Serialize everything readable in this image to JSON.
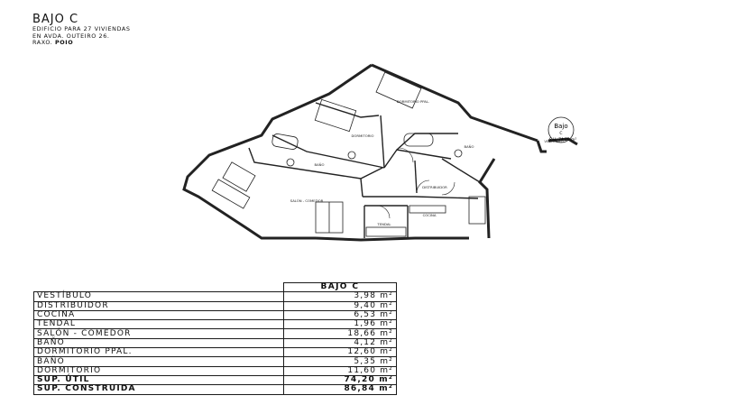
{
  "header": {
    "title": "BAJO C",
    "line1": "EDIFICIO PARA 27 VIVIENDAS",
    "line2": "EN AVDA. OUTEIRO 26.",
    "line3_prefix": "RAXO.",
    "line3_bold": "POIO"
  },
  "plan": {
    "rooms": {
      "dormitorio_ppal": "DORMITORIO PPAL.",
      "dormitorio": "DORMITORIO",
      "bano1": "BAÑO",
      "bano2": "BAÑO",
      "salon": "SALÓN - COMEDOR",
      "distribuidor": "DISTRIBUIDOR",
      "cocina": "COCINA",
      "tendal": "TENDAL",
      "vestibulo": "VESTÍBULO"
    },
    "badge": {
      "name": "Bajo",
      "letter": "C",
      "area": "S.U. 74.20 m²"
    }
  },
  "table": {
    "header": "BAJO C",
    "rows": [
      {
        "name": "VESTÍBULO",
        "value": "3,98 m²"
      },
      {
        "name": "DISTRIBUIDOR",
        "value": "9,40 m²"
      },
      {
        "name": "COCINA",
        "value": "6,53 m²"
      },
      {
        "name": "TENDAL",
        "value": "1,96 m²"
      },
      {
        "name": "SALÓN - COMEDOR",
        "value": "18,66 m²"
      },
      {
        "name": "BAÑO",
        "value": "4,12 m²"
      },
      {
        "name": "DORMITORIO PPAL.",
        "value": "12,60 m²"
      },
      {
        "name": "BAÑO",
        "value": "5,35 m²"
      },
      {
        "name": "DORMITORIO",
        "value": "11,60 m²"
      }
    ],
    "totals": [
      {
        "name": "SUP. ÚTIL",
        "value": "74,20 m²"
      },
      {
        "name": "SUP. CONSTRUIDA",
        "value": "86,84 m²"
      }
    ]
  }
}
